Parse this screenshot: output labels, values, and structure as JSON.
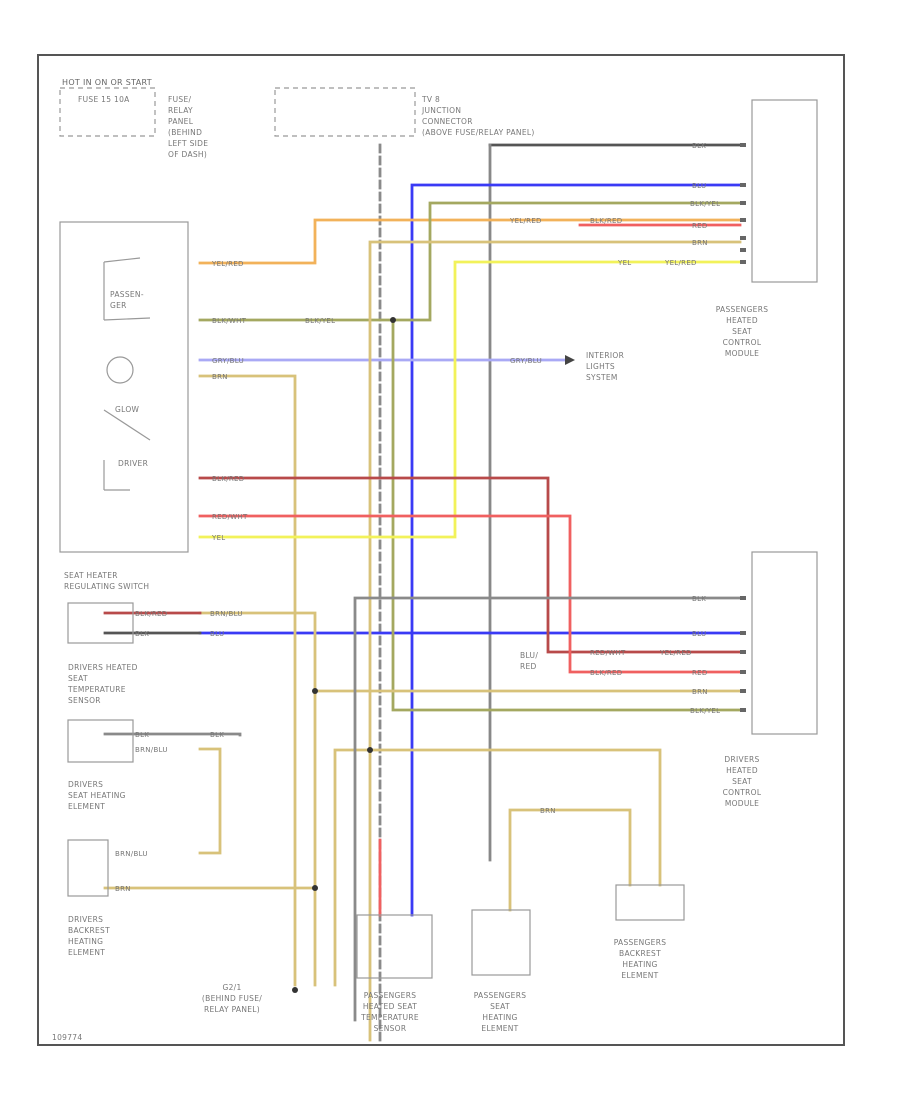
{
  "labels": {
    "hot_in_run": "HOT IN ON OR START",
    "fuse_ref": "FUSE 15 10A",
    "fuse_box": [
      "FUSE/",
      "RELAY",
      "PANEL",
      "(BEHIND",
      "LEFT SIDE",
      "OF DASH)"
    ],
    "junction": [
      "TV 8",
      "JUNCTION",
      "CONNECTOR",
      "(ABOVE FUSE/RELAY PANEL)"
    ],
    "passenger_module": [
      "PASSENGERS",
      "HEATED",
      "SEAT",
      "CONTROL",
      "MODULE"
    ],
    "driver_module": [
      "DRIVERS",
      "HEATED",
      "SEAT",
      "CONTROL",
      "MODULE"
    ],
    "interior_lights": [
      "INTERIOR",
      "LIGHTS",
      "SYSTEM"
    ],
    "regulating_switch": [
      "SEAT HEATER",
      "REGULATING SWITCH"
    ],
    "switch_passen": [
      "PASSEN-",
      "GER"
    ],
    "switch_driver": "DRIVER",
    "switch_glow": "GLOW",
    "drivers_temp_sensor": [
      "DRIVERS HEATED",
      "SEAT",
      "TEMPERATURE",
      "SENSOR"
    ],
    "drivers_seat_element": [
      "DRIVERS",
      "SEAT HEATING",
      "ELEMENT"
    ],
    "drivers_backrest_element": [
      "DRIVERS",
      "BACKREST",
      "HEATING",
      "ELEMENT"
    ],
    "ground": [
      "G2/1",
      "(BEHIND FUSE/",
      "RELAY PANEL)"
    ],
    "passenger_temp_sensor": [
      "PASSENGERS",
      "HEATED SEAT",
      "TEMPERATURE",
      "SENSOR"
    ],
    "passenger_seat_element": [
      "PASSENGERS",
      "SEAT",
      "HEATING",
      "ELEMENT"
    ],
    "passenger_backrest_element": [
      "PASSENGERS",
      "BACKREST",
      "HEATING",
      "ELEMENT"
    ],
    "blu_red_note": [
      "BLU/",
      "RED"
    ],
    "diagram_code": "109774"
  },
  "wire_labels": {
    "blk_wht": "BLK/WHT",
    "blu": "BLU",
    "blk_yel": "BLK/YEL",
    "yel_red": "YEL/RED",
    "blk_red": "BLK/RED",
    "red": "RED",
    "brn": "BRN",
    "yel": "YEL",
    "gry_blu": "GRY/BLU",
    "red_wht": "RED/WHT",
    "brn_blu": "BRN/BLU",
    "blk": "BLK"
  },
  "colors": {
    "blue": "#3a3af5",
    "yellow": "#f2f25a",
    "orange": "#f2b25a",
    "tan": "#d8c27a",
    "red": "#f06060",
    "darkred": "#b84a4a",
    "gray": "#7a7a7a",
    "lavender": "#a9a9f5",
    "olive": "#a4a860",
    "frame": "#555555"
  }
}
